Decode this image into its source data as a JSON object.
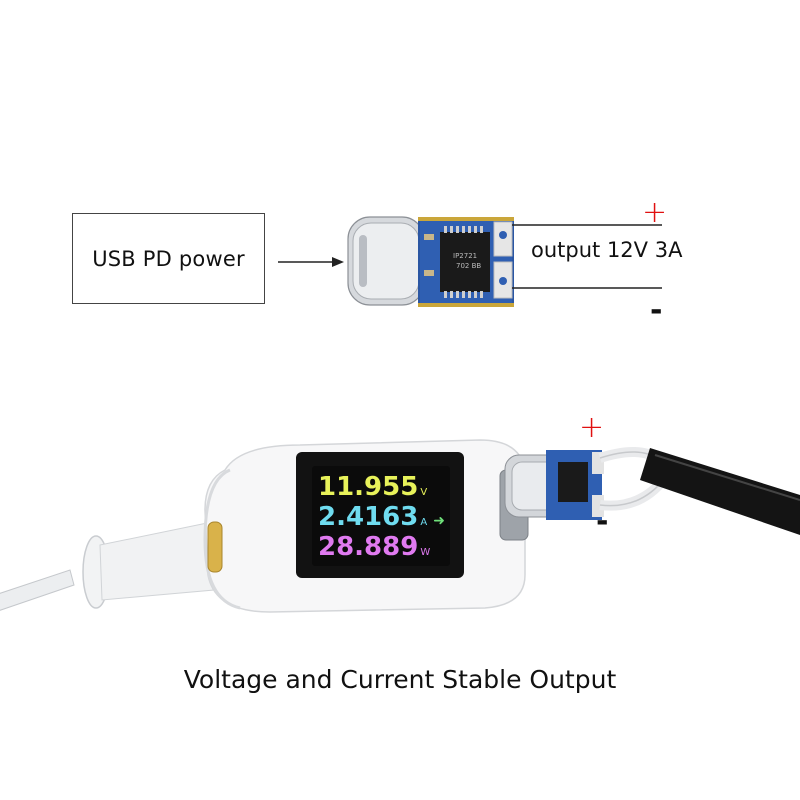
{
  "diagram": {
    "input_label": "USB PD power",
    "output_label": "output 12V 3A",
    "plus_sign": "+",
    "minus_sign": "-"
  },
  "meter": {
    "voltage": "11.955",
    "voltage_unit": "V",
    "current": "2.4163",
    "current_unit": "A",
    "power": "28.889",
    "power_unit": "W",
    "colors": {
      "voltage": "#e8f25a",
      "current": "#6fdcf0",
      "power": "#e07af0"
    }
  },
  "chip_marking": [
    "IP2721",
    "702 BB"
  ],
  "lower_plus": "+",
  "lower_minus": "-",
  "caption": "Voltage and Current Stable Output"
}
